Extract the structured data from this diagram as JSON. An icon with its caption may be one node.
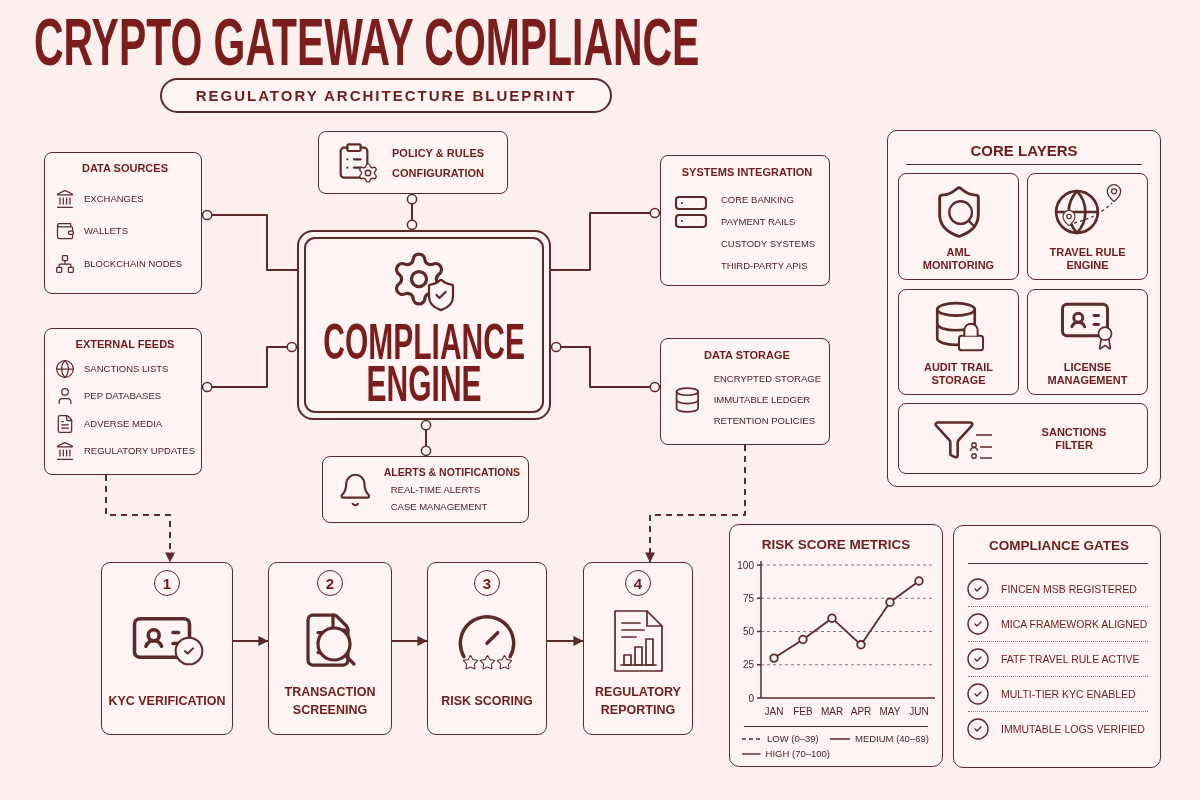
{
  "diagram": {
    "title": "CRYPTO GATEWAY COMPLIANCE",
    "nodes": [
      {
        "text": [
          "REGULATORY ARCHITECTURE BLUEPRINT"
        ]
      },
      {
        "text": [
          "DATA SOURCES",
          "EXCHANGES",
          "WALLETS",
          "BLOCKCHAIN NODES"
        ]
      },
      {
        "text": [
          "POLICY & RULES CONFIGURATION"
        ]
      },
      {
        "text": [
          "SYSTEMS INTEGRATION",
          "CORE BANKING",
          "PAYMENT RAILS",
          "CUSTODY SYSTEMS",
          "THIRD-PARTY APIS"
        ]
      },
      {
        "text": [
          "COMPLIANCE ENGINE"
        ]
      },
      {
        "text": [
          "EXTERNAL FEEDS",
          "SANCTIONS LISTS",
          "PEP DATABASES",
          "ADVERSE MEDIA",
          "REGULATORY UPDATES"
        ]
      },
      {
        "text": [
          "DATA STORAGE",
          "ENCRYPTED STORAGE",
          "IMMUTABLE LEDGER",
          "RETENTION POLICIES"
        ]
      },
      {
        "text": [
          "ALERTS & NOTIFICATIONS",
          "REAL-TIME ALERTS",
          "CASE MANAGEMENT"
        ]
      },
      {
        "text": [
          "CORE LAYERS"
        ]
      },
      {
        "text": [
          "AML MONITORING"
        ],
        "in": 8
      },
      {
        "text": [
          "TRAVEL RULE ENGINE"
        ],
        "in": 8
      },
      {
        "text": [
          "AUDIT TRAIL STORAGE"
        ],
        "in": 8
      },
      {
        "text": [
          "LICENSE MANAGEMENT"
        ],
        "in": 8
      },
      {
        "text": [
          "SANCTIONS FILTER"
        ],
        "in": 8
      },
      {
        "text": [
          "1",
          "KYC VERIFICATION"
        ]
      },
      {
        "text": [
          "2",
          "TRANSACTION SCREENING"
        ]
      },
      {
        "text": [
          "3",
          "RISK SCORING"
        ]
      },
      {
        "text": [
          "4",
          "REGULATORY REPORTING"
        ]
      },
      {
        "text": [
          "RISK SCORE METRICS"
        ]
      },
      {
        "text": [
          "COMPLIANCE GATES",
          "FINCEN MSB REGISTERED",
          "MICA FRAMEWORK ALIGNED",
          "FATF TRAVEL RULE ACTIVE",
          "MULTI-TIER KYC ENABLED",
          "IMMUTABLE LOGS VERIFIED"
        ]
      }
    ],
    "edges": [
      {
        "from": 1,
        "to": 4,
        "arrow": "other"
      },
      {
        "from": 2,
        "to": 4,
        "arrow": "other"
      },
      {
        "from": 3,
        "to": 4,
        "arrow": "other"
      },
      {
        "from": 5,
        "to": 4,
        "arrow": "other"
      },
      {
        "from": 6,
        "to": 4,
        "arrow": "other"
      },
      {
        "from": 4,
        "to": 7,
        "arrow": "other"
      },
      {
        "from": 5,
        "to": 14,
        "arrow": "to",
        "style": "dashed"
      },
      {
        "from": 6,
        "to": 17,
        "arrow": "to",
        "style": "dashed"
      },
      {
        "from": 14,
        "to": 15,
        "arrow": "to"
      },
      {
        "from": 15,
        "to": 16,
        "arrow": "to"
      },
      {
        "from": 16,
        "to": 17,
        "arrow": "to"
      }
    ],
    "legend": [
      {
        "text": "LOW (0–39)"
      },
      {
        "text": "MEDIUM (40–69)"
      },
      {
        "text": "HIGH (70–100)"
      }
    ],
    "chart_data": {
      "type": "line",
      "categories": [
        "JAN",
        "FEB",
        "MAR",
        "APR",
        "MAY",
        "JUN"
      ],
      "values": [
        30,
        44,
        60,
        40,
        72,
        88
      ],
      "ylim": [
        0,
        100
      ],
      "yticks": [
        0,
        25,
        50,
        75,
        100
      ],
      "grid": true,
      "marker": true
    }
  }
}
